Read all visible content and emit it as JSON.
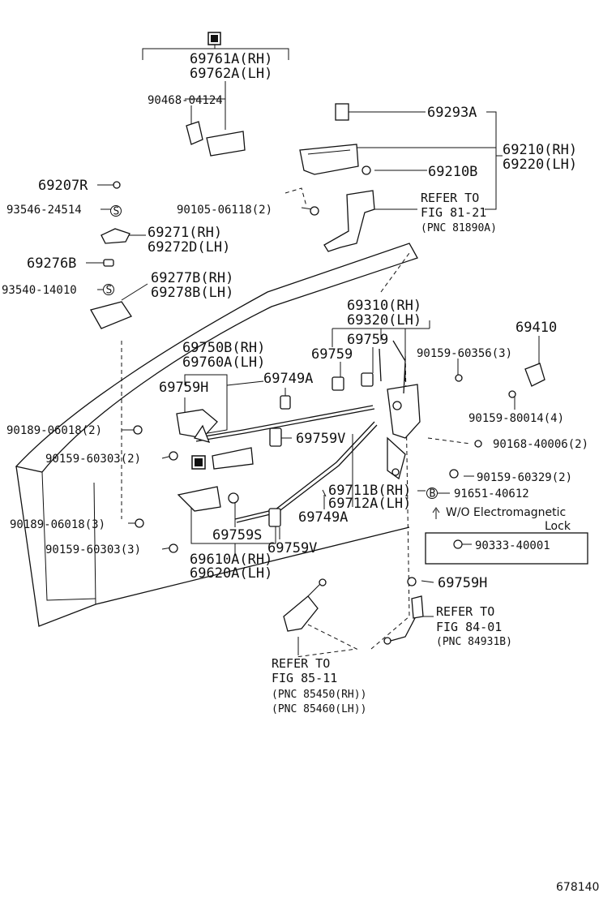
{
  "labels": {
    "p69761a": "69761A(RH)",
    "p69762a": "69762A(LH)",
    "p90468": "90468-04124",
    "p69293a": "69293A",
    "p69210rh": "69210(RH)",
    "p69220lh": "69220(LH)",
    "p69210b": "69210B",
    "p69207r": "69207R",
    "p93546": "93546-24514",
    "p90105": "90105-06118(2)",
    "ref1_a": "REFER TO",
    "ref1_b": "FIG 81-21",
    "ref1_c": "(PNC 81890A)",
    "p69271": "69271(RH)",
    "p69272d": "69272D(LH)",
    "p69276b": "69276B",
    "p69277b": "69277B(RH)",
    "p93540": "93540-14010",
    "p69278b": "69278B(LH)",
    "p69310": "69310(RH)",
    "p69320": "69320(LH)",
    "p69410": "69410",
    "p69759_top": "69759",
    "p69750b": "69750B(RH)",
    "p69759_left": "69759",
    "p90159_60356": "90159-60356(3)",
    "p69760a": "69760A(LH)",
    "p69759h_top": "69759H",
    "p69749a_top": "69749A",
    "p90159_80014": "90159-80014(4)",
    "p90189_2": "90189-06018(2)",
    "p69759v_top": "69759V",
    "p90168": "90168-40006(2)",
    "p90159_60303_2": "90159-60303(2)",
    "p90159_60329": "90159-60329(2)",
    "p69711b": "69711B(RH)",
    "p91651": "91651-40612",
    "p69712a": "69712A(LH)",
    "p90189_3": "90189-06018(3)",
    "p69749a_bot": "69749A",
    "wo_a": "W/O Electromagnetic",
    "wo_b": "Lock",
    "p90333": "90333-40001",
    "p69759s": "69759S",
    "p90159_60303_3": "90159-60303(3)",
    "p69759v_bot": "69759V",
    "p69610a": "69610A(RH)",
    "p69620a": "69620A(LH)",
    "p69759h_bot": "69759H",
    "ref2_a": "REFER TO",
    "ref2_b": "FIG 84-01",
    "ref2_c": "(PNC 84931B)",
    "ref3_a": "REFER TO",
    "ref3_b": "FIG 85-11",
    "ref3_c": "(PNC 85450(RH))",
    "ref3_d": "(PNC 85460(LH))",
    "figure_id": "678140"
  },
  "icons": {
    "kit_marker": "filled-square-in-box",
    "washer": "circled-S",
    "rivet": "circled-B"
  }
}
